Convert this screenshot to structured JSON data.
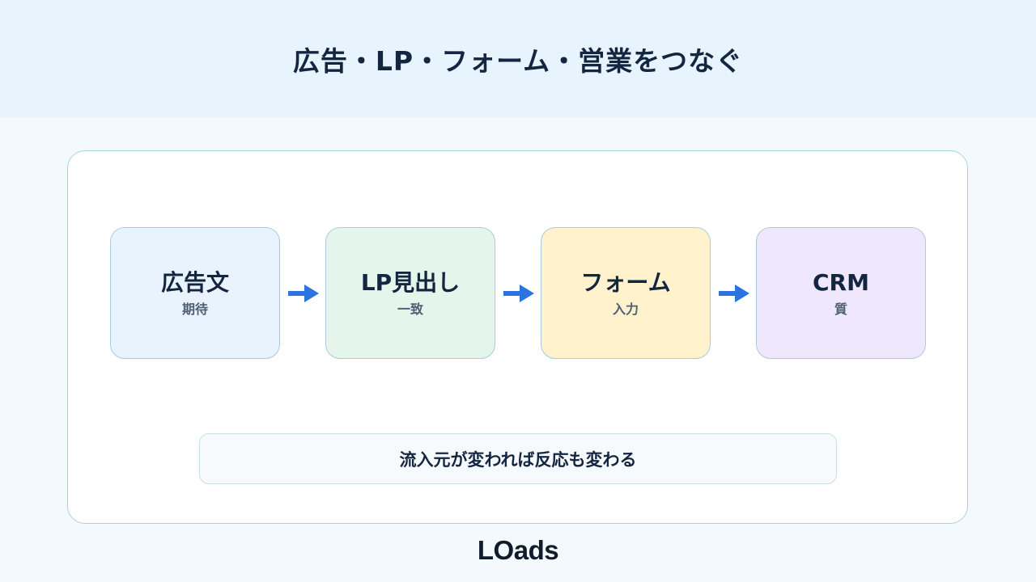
{
  "header": {
    "title": "広告・LP・フォーム・営業をつなぐ"
  },
  "flow": {
    "steps": [
      {
        "title": "広告文",
        "subtitle": "期待",
        "bg": "#e8f3fd"
      },
      {
        "title": "LP見出し",
        "subtitle": "一致",
        "bg": "#e4f6ec"
      },
      {
        "title": "フォーム",
        "subtitle": "入力",
        "bg": "#fff2cc"
      },
      {
        "title": "CRM",
        "subtitle": "質",
        "bg": "#efe8fd"
      }
    ],
    "arrow_icon": "arrow-right-icon",
    "arrow_color": "#2a73e0"
  },
  "note": {
    "text": "流入元が変われば反応も変わる"
  },
  "brand": {
    "logo_text": "LOads"
  }
}
